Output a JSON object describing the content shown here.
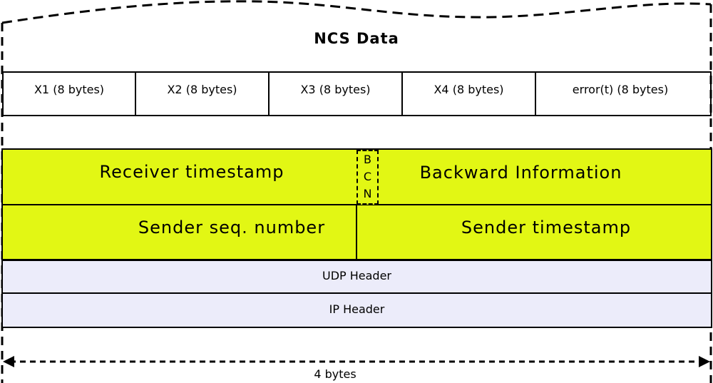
{
  "title": "NCS Data",
  "fields": [
    "X1 (8 bytes)",
    "X2 (8 bytes)",
    "X3 (8 bytes)",
    "X4 (8 bytes)",
    "error(t)  (8 bytes)"
  ],
  "header_rows": {
    "receiver_timestamp": "Receiver timestamp",
    "bcn": [
      "B",
      "C",
      "N"
    ],
    "backward_information": "Backward Information",
    "sender_seq_number": "Sender seq. number",
    "sender_timestamp": "Sender timestamp",
    "udp_header": "UDP Header",
    "ip_header": "IP Header"
  },
  "width_label": "4 bytes",
  "colors": {
    "highlight": "#e2f714",
    "header_fill": "#ececfa",
    "outline": "#000000"
  }
}
